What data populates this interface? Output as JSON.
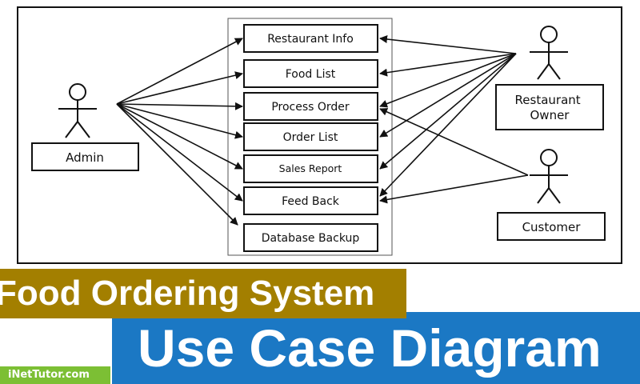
{
  "diagram": {
    "use_cases": [
      {
        "id": "uc_info",
        "label": "Restaurant Info"
      },
      {
        "id": "uc_food",
        "label": "Food List"
      },
      {
        "id": "uc_process",
        "label": "Process Order"
      },
      {
        "id": "uc_orders",
        "label": "Order List"
      },
      {
        "id": "uc_sales",
        "label": "Sales Report"
      },
      {
        "id": "uc_feedback",
        "label": "Feed Back"
      },
      {
        "id": "uc_backup",
        "label": "Database Backup"
      }
    ],
    "actors": [
      {
        "id": "admin",
        "label": "Admin"
      },
      {
        "id": "owner",
        "label": "Restaurant Owner"
      },
      {
        "id": "customer",
        "label": "Customer"
      }
    ],
    "associations": [
      {
        "from": "admin",
        "to": "uc_info"
      },
      {
        "from": "admin",
        "to": "uc_food"
      },
      {
        "from": "admin",
        "to": "uc_process"
      },
      {
        "from": "admin",
        "to": "uc_orders"
      },
      {
        "from": "admin",
        "to": "uc_sales"
      },
      {
        "from": "admin",
        "to": "uc_feedback"
      },
      {
        "from": "admin",
        "to": "uc_backup"
      },
      {
        "from": "owner",
        "to": "uc_info"
      },
      {
        "from": "owner",
        "to": "uc_food"
      },
      {
        "from": "owner",
        "to": "uc_process"
      },
      {
        "from": "owner",
        "to": "uc_orders"
      },
      {
        "from": "owner",
        "to": "uc_sales"
      },
      {
        "from": "owner",
        "to": "uc_feedback"
      },
      {
        "from": "customer",
        "to": "uc_process"
      },
      {
        "from": "customer",
        "to": "uc_feedback"
      }
    ]
  },
  "banner": {
    "title_line1": "Food Ordering System",
    "title_line2": "Use Case Diagram",
    "site": "iNetTutor.com"
  },
  "colors": {
    "olive_banner": "#a37f00",
    "blue_banner": "#1b78c4",
    "green_badge": "#7cbf34",
    "line": "#111111"
  }
}
